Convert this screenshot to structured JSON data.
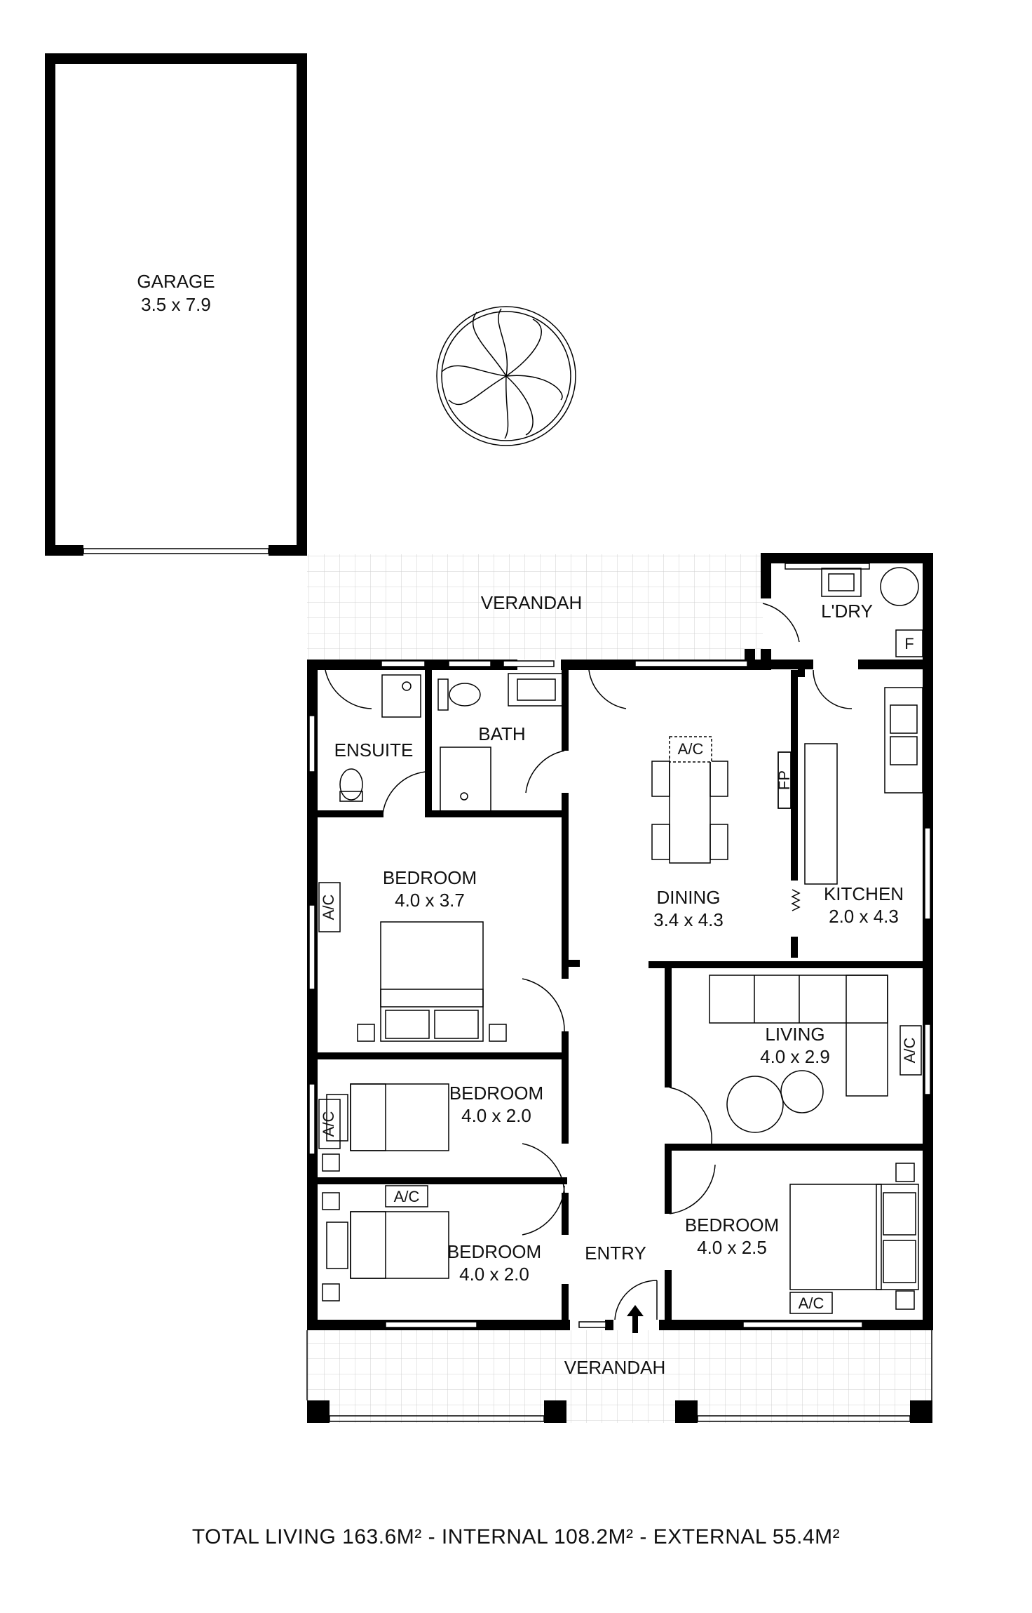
{
  "rooms": {
    "garage": {
      "name": "GARAGE",
      "size": "3.5 x 7.9"
    },
    "verandah_back": {
      "name": "VERANDAH"
    },
    "laundry": {
      "name": "L'DRY",
      "fridge": "F"
    },
    "ensuite": {
      "name": "ENSUITE"
    },
    "bath": {
      "name": "BATH"
    },
    "dining": {
      "name": "DINING",
      "size": "3.4 x 4.3",
      "ac": "A/C"
    },
    "fireplace": {
      "name": "FP"
    },
    "kitchen": {
      "name": "KITCHEN",
      "size": "2.0 x 4.3"
    },
    "bedroom_main": {
      "name": "BEDROOM",
      "size": "4.0 x 3.7",
      "ac": "A/C"
    },
    "living": {
      "name": "LIVING",
      "size": "4.0 x 2.9",
      "ac": "A/C"
    },
    "bedroom_2": {
      "name": "BEDROOM",
      "size": "4.0 x 2.0",
      "ac": "A/C"
    },
    "bedroom_3": {
      "name": "BEDROOM",
      "size": "4.0 x 2.0",
      "ac": "A/C"
    },
    "bedroom_4": {
      "name": "BEDROOM",
      "size": "4.0 x 2.5",
      "ac": "A/C"
    },
    "entry": {
      "name": "ENTRY"
    },
    "verandah_front": {
      "name": "VERANDAH"
    }
  },
  "totals": "TOTAL LIVING 163.6M² - INTERNAL 108.2M² - EXTERNAL 55.4M²"
}
